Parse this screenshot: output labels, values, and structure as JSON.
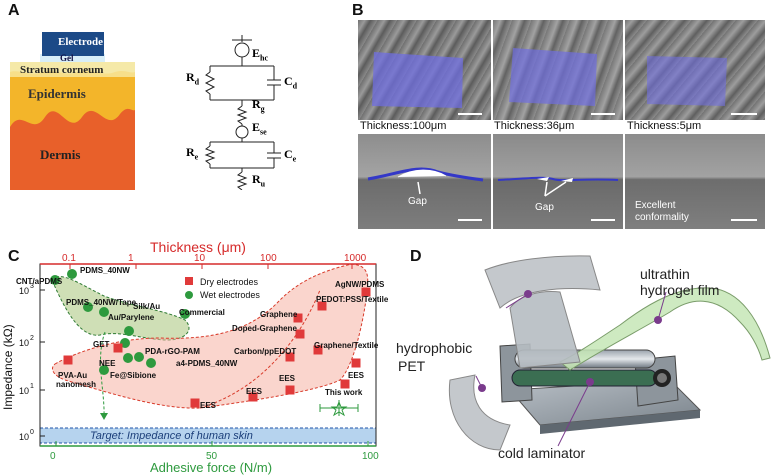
{
  "panels": {
    "a": "A",
    "b": "B",
    "c": "C",
    "d": "D"
  },
  "panel_a": {
    "layers": {
      "electrode": "Electrode",
      "gel": "Gel",
      "stratum": "Stratum corneum",
      "epidermis": "Epidermis",
      "dermis": "Dermis"
    },
    "circuit": {
      "ehc": "E",
      "ehc_sub": "hc",
      "rd": "R",
      "rd_sub": "d",
      "cd": "C",
      "cd_sub": "d",
      "rg": "R",
      "rg_sub": "g",
      "ese": "E",
      "ese_sub": "se",
      "re": "R",
      "re_sub": "e",
      "ce": "C",
      "ce_sub": "e",
      "ru": "R",
      "ru_sub": "u"
    }
  },
  "panel_b": {
    "thicknesses": [
      "Thickness:100μm",
      "Thickness:36μm",
      "Thickness:5μm"
    ],
    "annotations": {
      "gap1": "Gap",
      "gap2": "Gap",
      "excellent": "Excellent",
      "conformality": "conformality"
    }
  },
  "panel_c": {
    "top_axis_label": "Thickness (μm)",
    "top_ticks": [
      "0.1",
      "1",
      "10",
      "100",
      "1000"
    ],
    "y_label": "Impedance (kΩ)",
    "x_label": "Adhesive force (N/m)",
    "x_ticks": [
      "0",
      "50",
      "100"
    ],
    "target_text": "Target: Impedance of human skin",
    "legend": {
      "dry": "Dry electrodes",
      "wet": "Wet electrodes"
    },
    "this_work": "This work",
    "colors": {
      "dry": "#e03a3a",
      "wet": "#2e9a3e",
      "axis_red": "#d62b2b",
      "axis_green": "#2e9a3e"
    },
    "labels": {
      "cnt": "CNT/aPDMS",
      "pdms40": "PDMS_40NW",
      "pdmstape": "PDMS_40NW/Tape",
      "auparylene": "Au/Parylene",
      "silkau": "Silk/Au",
      "commercial": "Commercial",
      "get": "GET",
      "pdargo": "PDA-rGO-PAM",
      "nee": "NEE",
      "fesib": "Fe@Sibione",
      "a4pdms": "a4-PDMS_40NW",
      "pvaau": "PVA-Au",
      "nanomesh": "nanomesh",
      "ees1": "EES",
      "ees2": "EES",
      "ees3": "EES",
      "ees4": "EES",
      "graphene": "Graphene",
      "dopedgraphene": "Doped-Graphene",
      "carbonpp": "Carbon/ppEDOT",
      "agnw": "AgNW/PDMS",
      "pedot": "PEDOT:PSS/Textile",
      "graphtextile": "Graphene/Textile"
    }
  },
  "panel_d": {
    "hydrophobic": "hydrophobic",
    "pet": "PET",
    "ultrathin": "ultrathin",
    "hydrogel": "hydrogel film",
    "laminator": "cold laminator"
  }
}
